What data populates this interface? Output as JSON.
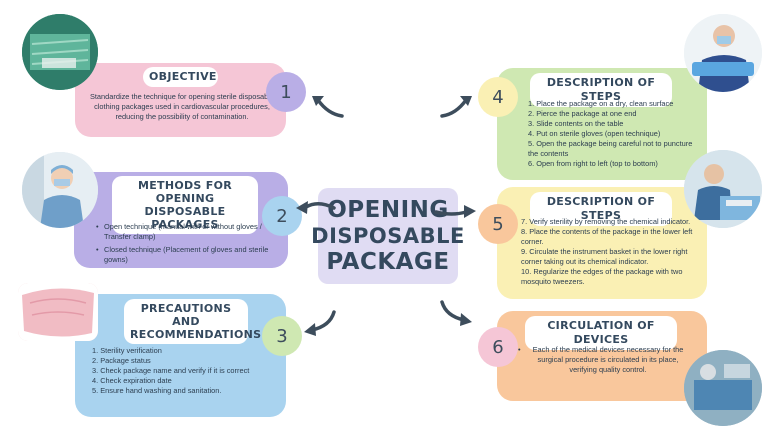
{
  "center": {
    "line1": "OPENING",
    "line2": "DISPOSABLE",
    "line3": "PACKAGE"
  },
  "cards": {
    "objective": {
      "number": "1",
      "title": "OBJECTIVE",
      "text": "Standardize the technique for opening sterile disposable clothing packages used in cardiovascular procedures, reducing the possibility of contamination."
    },
    "methods": {
      "number": "2",
      "title_line1": "METHODS FOR OPENING",
      "title_line2": "DISPOSABLE PACKAGES",
      "items": [
        "Open technique (manual with or without gloves / Transfer clamp)",
        "Closed technique (Placement of gloves and sterile gowns)"
      ]
    },
    "precautions": {
      "number": "3",
      "title_line1": "PRECAUTIONS AND",
      "title_line2": "RECOMMENDATIONS",
      "items": [
        "1. Sterility verification",
        "2. Package status",
        "3. Check package name and verify if it is correct",
        "4. Check expiration date",
        "5. Ensure hand washing and sanitation."
      ]
    },
    "steps_a": {
      "number": "4",
      "title": "DESCRIPTION OF STEPS",
      "items": [
        "1. Place the package on a dry, clean surface",
        "2. Pierce the package at one end",
        "3. Slide contents on the table",
        "4. Put on sterile gloves (open technique)",
        "5. Open the package being careful not to puncture the contents",
        "6. Open from right to left (top to bottom)"
      ]
    },
    "steps_b": {
      "number": "5",
      "title": "DESCRIPTION OF STEPS",
      "items": [
        "7. Verify sterility by removing the chemical indicator.",
        "8. Place the contents of the package in the lower left corner.",
        "9. Circulate the instrument basket in the lower right corner taking out its chemical indicator.",
        "10. Regularize the edges of the package with two mosquito tweezers."
      ]
    },
    "circulation": {
      "number": "6",
      "title": "CIRCULATION OF DEVICES",
      "items": [
        "Each of the medical devices necessary for the surgical procedure is circulated in its place, verifying quality control."
      ]
    }
  },
  "colors": {
    "pink": "#f5c6d6",
    "purple": "#b9aee6",
    "blue": "#a9d3ef",
    "green": "#cfe8b2",
    "yellow": "#faf0b4",
    "orange": "#f9c79c",
    "center": "#e0dcf3",
    "arrow": "#3d4d5c"
  }
}
